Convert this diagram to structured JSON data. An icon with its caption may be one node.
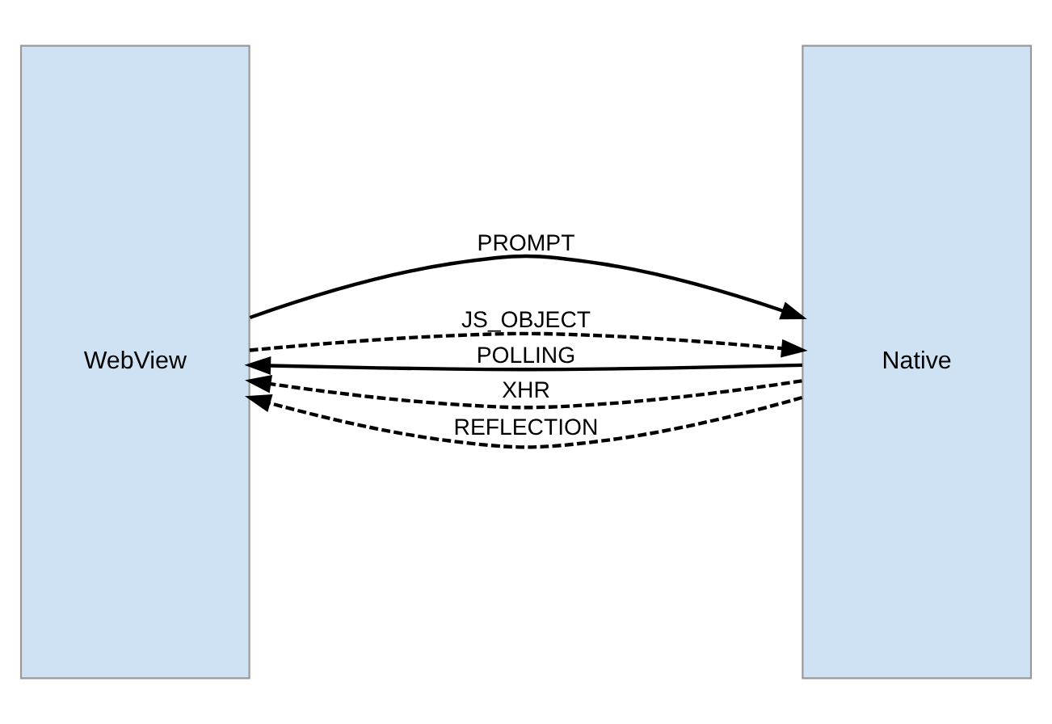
{
  "diagram": {
    "nodes": [
      {
        "text": [
          "WebView"
        ]
      },
      {
        "text": [
          "Native"
        ]
      }
    ],
    "edges": [
      {
        "from": 0,
        "to": 1,
        "arrow": "to",
        "label": "PROMPT"
      },
      {
        "from": 0,
        "to": 1,
        "arrow": "to",
        "label": "JS_OBJECT",
        "style": "dashed"
      },
      {
        "from": 1,
        "to": 0,
        "arrow": "to",
        "label": "POLLING"
      },
      {
        "from": 1,
        "to": 0,
        "arrow": "to",
        "label": "XHR",
        "style": "dashed"
      },
      {
        "from": 1,
        "to": 0,
        "arrow": "to",
        "label": "REFLECTION",
        "style": "dashed"
      }
    ]
  }
}
